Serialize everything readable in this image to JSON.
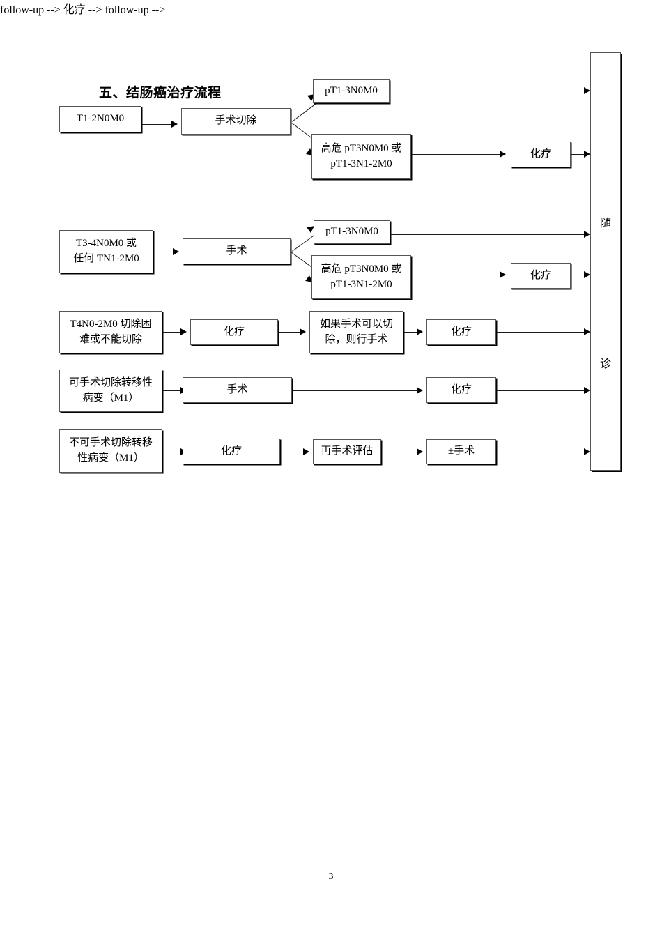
{
  "document": {
    "title": "五、结肠癌治疗流程",
    "page_number": "3"
  },
  "flow": {
    "follow_up": {
      "char_top": "随",
      "char_bottom": "诊"
    },
    "row1": {
      "stage": "T1-2N0M0",
      "treatment": "手术切除",
      "branch_low": "pT1-3N0M0",
      "branch_high_line1": "高危 pT3N0M0 或",
      "branch_high_line2": "pT1-3N1-2M0",
      "chemo": "化疗"
    },
    "row2": {
      "stage_line1": "T3-4N0M0 或",
      "stage_line2": "任何 TN1-2M0",
      "treatment": "手术",
      "branch_low": "pT1-3N0M0",
      "branch_high_line1": "高危 pT3N0M0 或",
      "branch_high_line2": "pT1-3N1-2M0",
      "chemo": "化疗"
    },
    "row3": {
      "stage_line1": "T4N0-2M0 切除困",
      "stage_line2": "难或不能切除",
      "chemo1": "化疗",
      "decision_line1": "如果手术可以切",
      "decision_line2": "除，则行手术",
      "chemo2": "化疗"
    },
    "row4": {
      "stage_line1": "可手术切除转移性",
      "stage_line2": "病变（M1）",
      "treatment": "手术",
      "chemo": "化疗"
    },
    "row5": {
      "stage_line1": "不可手术切除转移",
      "stage_line2": "性病变（M1）",
      "chemo": "化疗",
      "reassess": "再手术评估",
      "surgery": "±手术"
    }
  }
}
